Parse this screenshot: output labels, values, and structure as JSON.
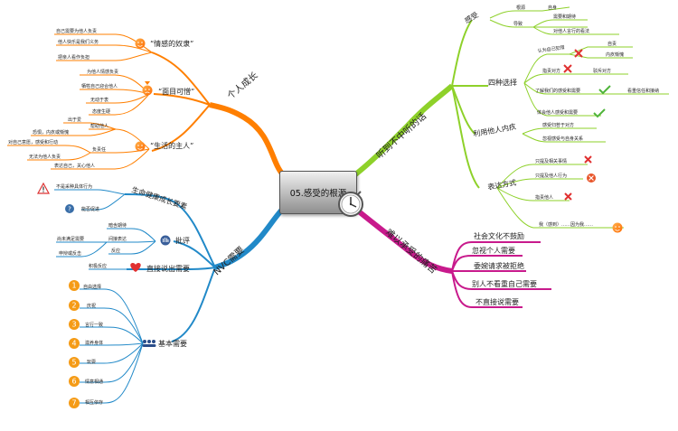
{
  "center": {
    "title": "05.感受的根源"
  },
  "colors": {
    "orange": "#ff7f00",
    "green": "#8ed12a",
    "magenta": "#c81a8c",
    "blue": "#2189c8",
    "red": "#e03030",
    "check": "#4fb43a"
  },
  "branches": {
    "personal": {
      "label": "个人成长",
      "slave": {
        "label": "“情感的奴隶”",
        "items": [
          "自己需要为他人负责",
          "他人快乐是我们义务",
          "把亲人看作负担"
        ]
      },
      "obnoxious": {
        "label": "“面目可憎”",
        "items": [
          "为他人情感负责",
          "牺牲自己迎合他人",
          "无动于衷",
          "态度生硬"
        ]
      },
      "master": {
        "label": "“生活的主人”",
        "items": [
          "出于爱",
          "帮助他人",
          "恐惧，内疚或惭愧",
          "负责任",
          "对自己意愿，感受和行动",
          "无法为他人负责",
          "表达自己，关心他人"
        ]
      }
    },
    "nvc": {
      "label": "NVC需要",
      "life": {
        "label": "生命健康成长要素",
        "items": [
          "不是采种具体行为",
          "能否促进"
        ]
      },
      "criticism": {
        "label": "批评",
        "items": [
          "暗含期待",
          "间接表达",
          "反应",
          "尚未满足需要",
          "申辩或反击"
        ]
      },
      "direct": {
        "label": "直接说出需要",
        "items": [
          "积极反应"
        ]
      },
      "basic": {
        "label": "基本需要",
        "numbers": [
          "1",
          "2",
          "3",
          "4",
          "5",
          "6",
          "7"
        ],
        "items": [
          "自由选择",
          "庆祝",
          "言行一致",
          "滋养身体",
          "玩耍",
          "情意相通",
          "相互依存"
        ]
      }
    },
    "listen": {
      "label": "听到不中听的话",
      "feeling": {
        "label": "感受",
        "root": "根源",
        "items": [
          "自身",
          "需要和期待",
          "对他人言行的看法"
        ],
        "cause": "导致"
      },
      "four": {
        "label": "四种选择",
        "items": [
          "认为自己犯错",
          "自责",
          "内疚惭愧",
          "指责对方",
          "驳斥对方",
          "了解我们的感受和需要",
          "看重信任和接纳",
          "体会他人感受和需要"
        ]
      },
      "blame": {
        "label": "利用他人内疚",
        "items": [
          "感受归咎于对方",
          "忽视感受与自身关系"
        ]
      },
      "express": {
        "label": "表达方式",
        "items": [
          "只提及相关事情",
          "只提及他人行为",
          "指责他人",
          "我（感到）……因为我……"
        ]
      }
    },
    "pain": {
      "label": "难以承受的痛苦",
      "items": [
        "社会文化不鼓励",
        "忽视个人需要",
        "委婉请求被拒绝",
        "别人不看重自己需要",
        "不直接说需要"
      ]
    }
  }
}
